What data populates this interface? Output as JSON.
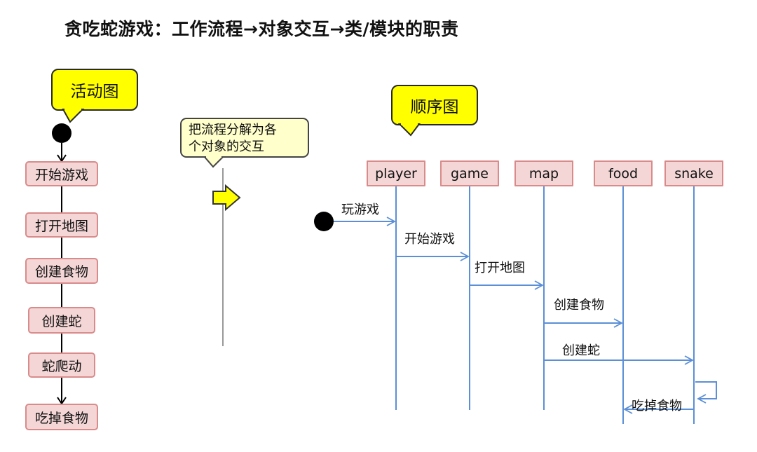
{
  "title": "贪吃蛇游戏：工作流程→对象交互→类/模块的职责",
  "activity": {
    "callout": "活动图",
    "steps": [
      "开始游戏",
      "打开地图",
      "创建食物",
      "创建蛇",
      "蛇爬动",
      "吃掉食物"
    ]
  },
  "note": {
    "line1": "把流程分解为各",
    "line2": "个对象的交互"
  },
  "sequence": {
    "callout": "顺序图",
    "objects": [
      "player",
      "game",
      "map",
      "food",
      "snake"
    ],
    "messages": [
      "玩游戏",
      "开始游戏",
      "打开地图",
      "创建食物",
      "创建蛇",
      "吃掉食物"
    ]
  },
  "colors": {
    "callout_fill": "#ffff00",
    "box_fill": "#f4d6d6",
    "box_border": "#d98b8b",
    "lifeline": "#5b8fd6",
    "note_fill": "#ffffcc"
  }
}
